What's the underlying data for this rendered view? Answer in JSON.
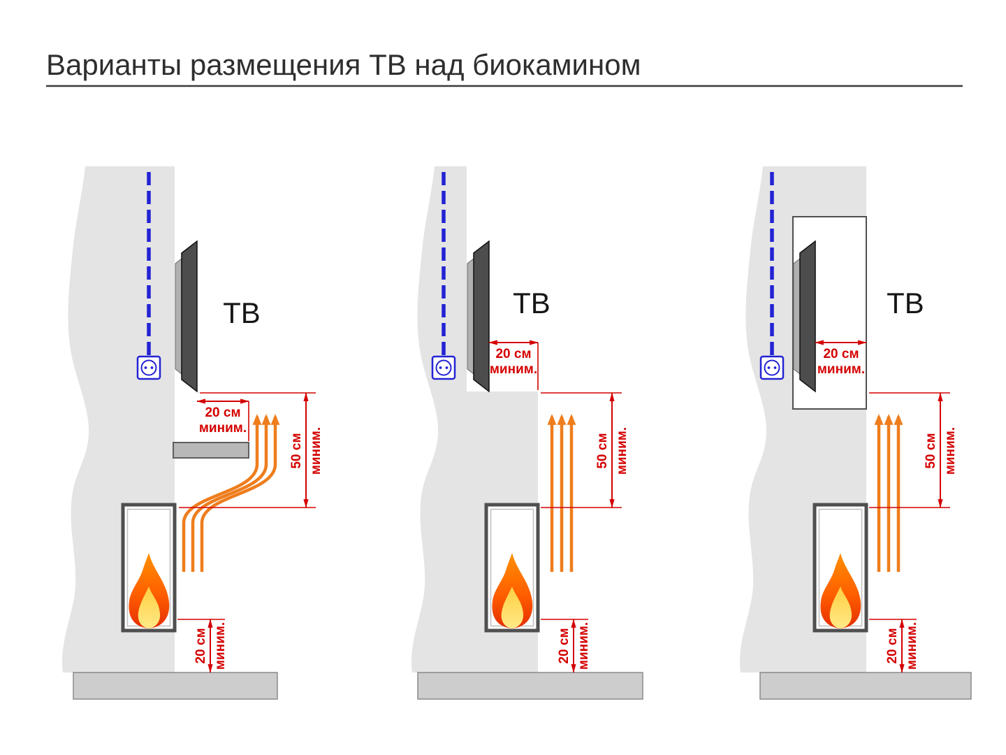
{
  "title": "Варианты размещения ТВ над биокамином",
  "tv_label": "ТВ",
  "dimensions": {
    "side_gap": {
      "value": "20 см",
      "qualifier": "миним."
    },
    "above_fireplace": {
      "value": "50 см",
      "qualifier": "миним."
    },
    "floor_gap": {
      "value": "20 см",
      "qualifier": "миним."
    }
  },
  "icons": {
    "socket": "power-socket-icon",
    "cable": "power-cable-dashed-icon",
    "flame": "fireplace-flame-icon",
    "heat_arrow": "heat-flow-arrow-icon"
  },
  "colors": {
    "dimension_red": "#d40000",
    "heat_orange": "#ee7d1d",
    "cable_blue": "#2323d4",
    "wall_gray": "#e4e4e4",
    "base_gray": "#cdcdcd",
    "tv_dark": "#4d4d4d",
    "flame_outer": "#ff6a00",
    "flame_inner": "#ffd84d"
  }
}
